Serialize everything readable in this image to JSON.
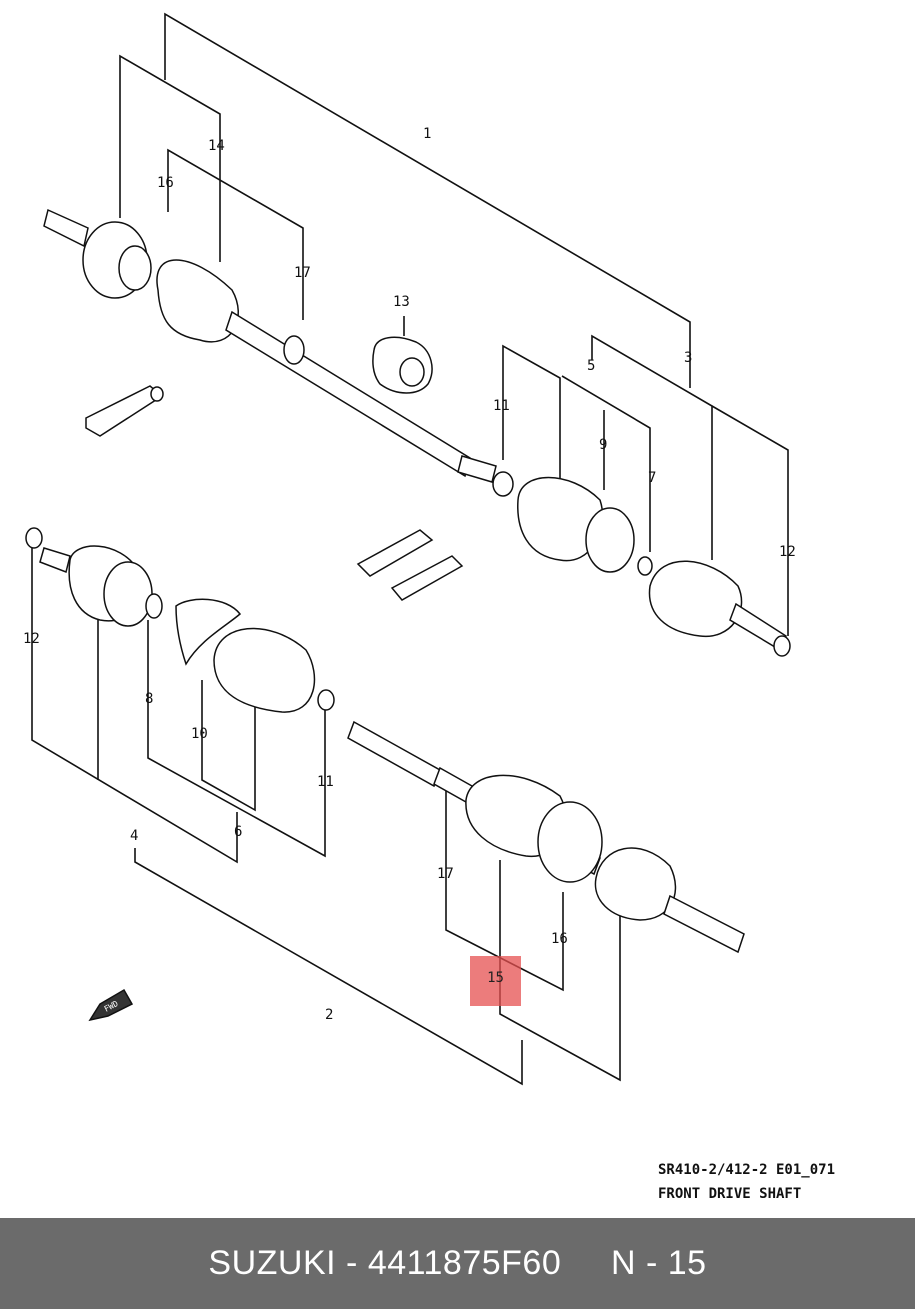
{
  "labels": {
    "l1": "1",
    "l2": "2",
    "l3": "3",
    "l4": "4",
    "l5": "5",
    "l6": "6",
    "l7": "7",
    "l8": "8",
    "l9": "9",
    "l10": "10",
    "l11a": "11",
    "l11b": "11",
    "l12a": "12",
    "l12b": "12",
    "l13": "13",
    "l14": "14",
    "l15": "15",
    "l16a": "16",
    "l16b": "16",
    "l17a": "17",
    "l17b": "17"
  },
  "caption": {
    "line1": "SR410-2/412-2 E01_071",
    "line2": "FRONT DRIVE SHAFT"
  },
  "fwd_label": "FWD",
  "footer": {
    "brand": "SUZUKI",
    "separator": " - ",
    "part_number": "4411875F60",
    "spacer": "     ",
    "ref": "N - 15"
  },
  "highlight_color": "#e65050"
}
